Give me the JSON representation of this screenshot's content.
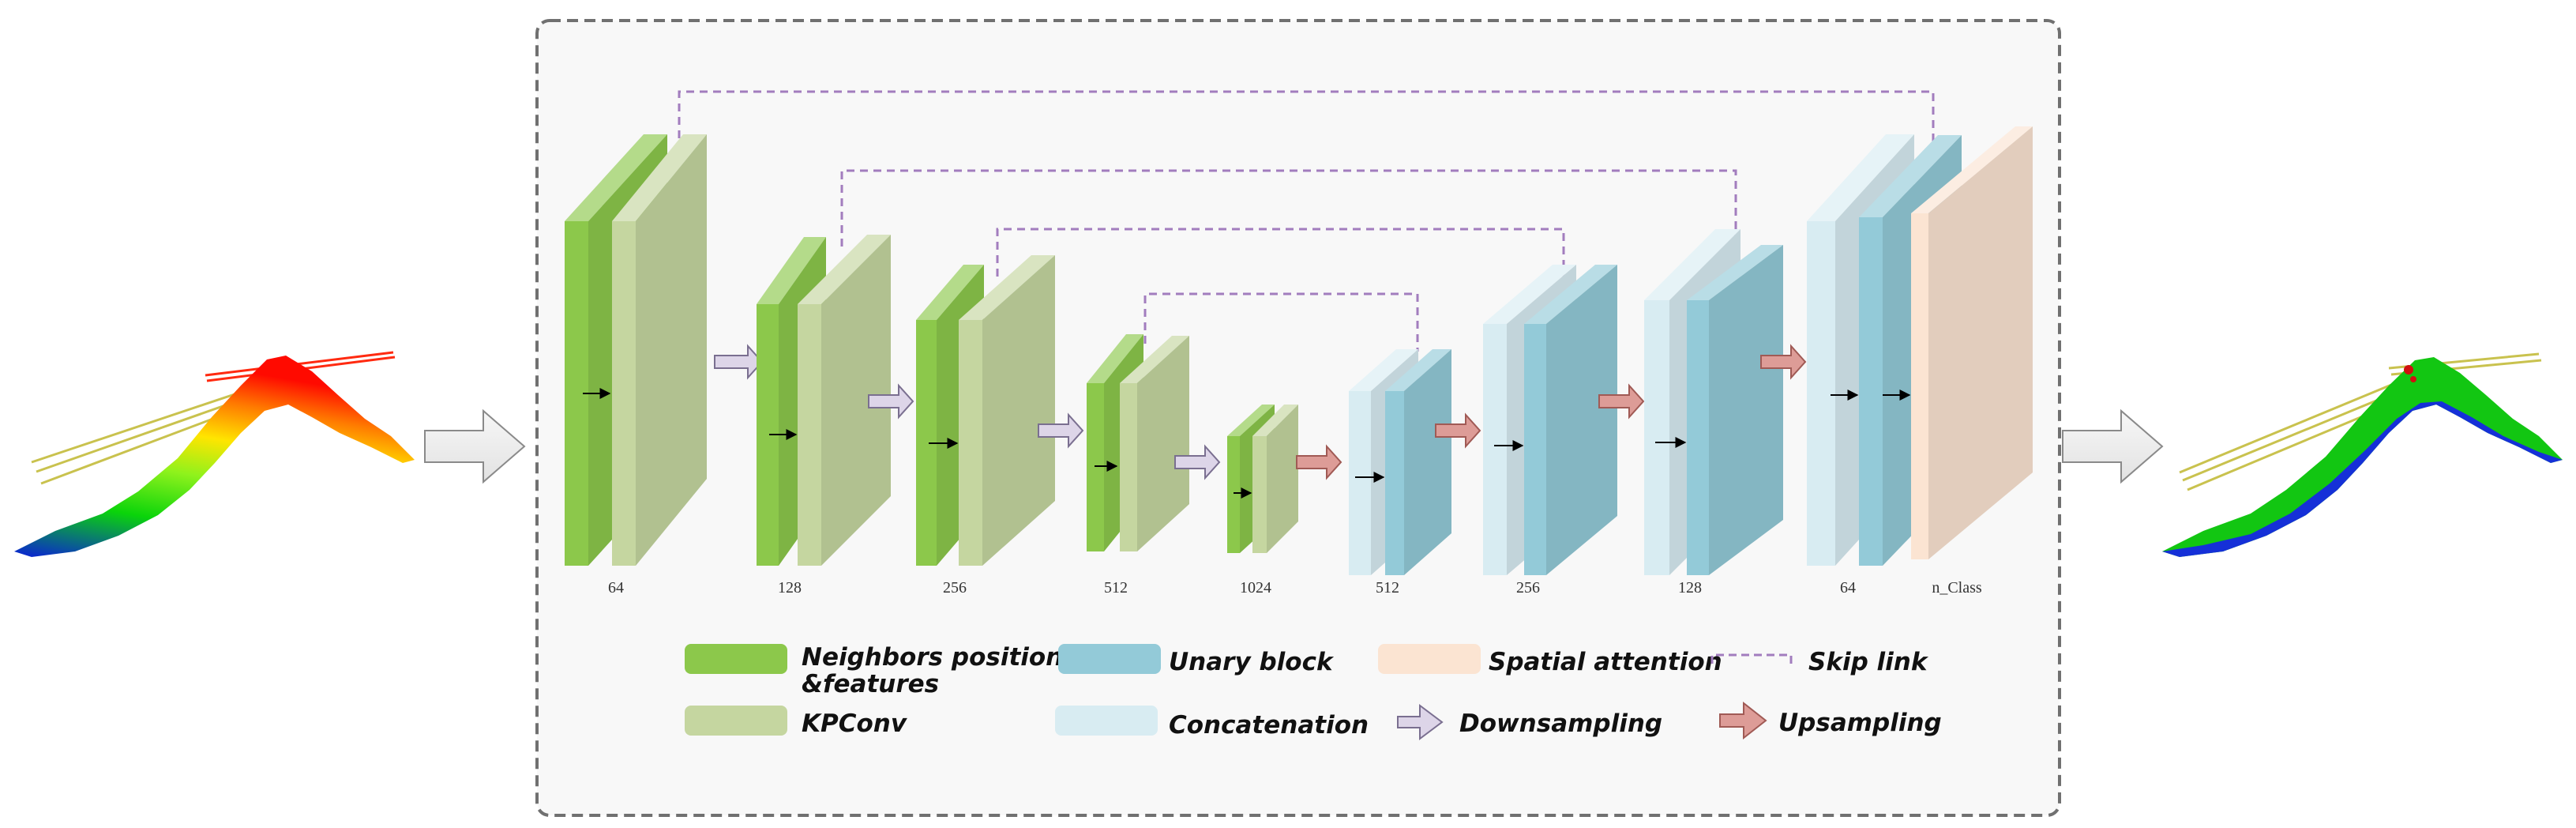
{
  "colors": {
    "neighbors": "#8CC84B",
    "kpconv": "#C5D6A0",
    "unary": "#93CAD8",
    "concat": "#D8ECF2",
    "attention": "#FBE4D2",
    "skip": "#A27DBE",
    "downsampling": "#DDD5E8",
    "upsampling": "#DD9C97"
  },
  "layer_labels": [
    "64",
    "128",
    "256",
    "512",
    "1024",
    "512",
    "256",
    "128",
    "64",
    "n_Class"
  ],
  "legend": {
    "neighbors_line1": "Neighbors positions",
    "neighbors_line2": "&features",
    "kpconv": "KPConv",
    "unary": "Unary block",
    "concat": "Concatenation",
    "attention": "Spatial attention",
    "downsampling": "Downsampling",
    "skip": "Skip link",
    "upsampling": "Upsampling"
  }
}
